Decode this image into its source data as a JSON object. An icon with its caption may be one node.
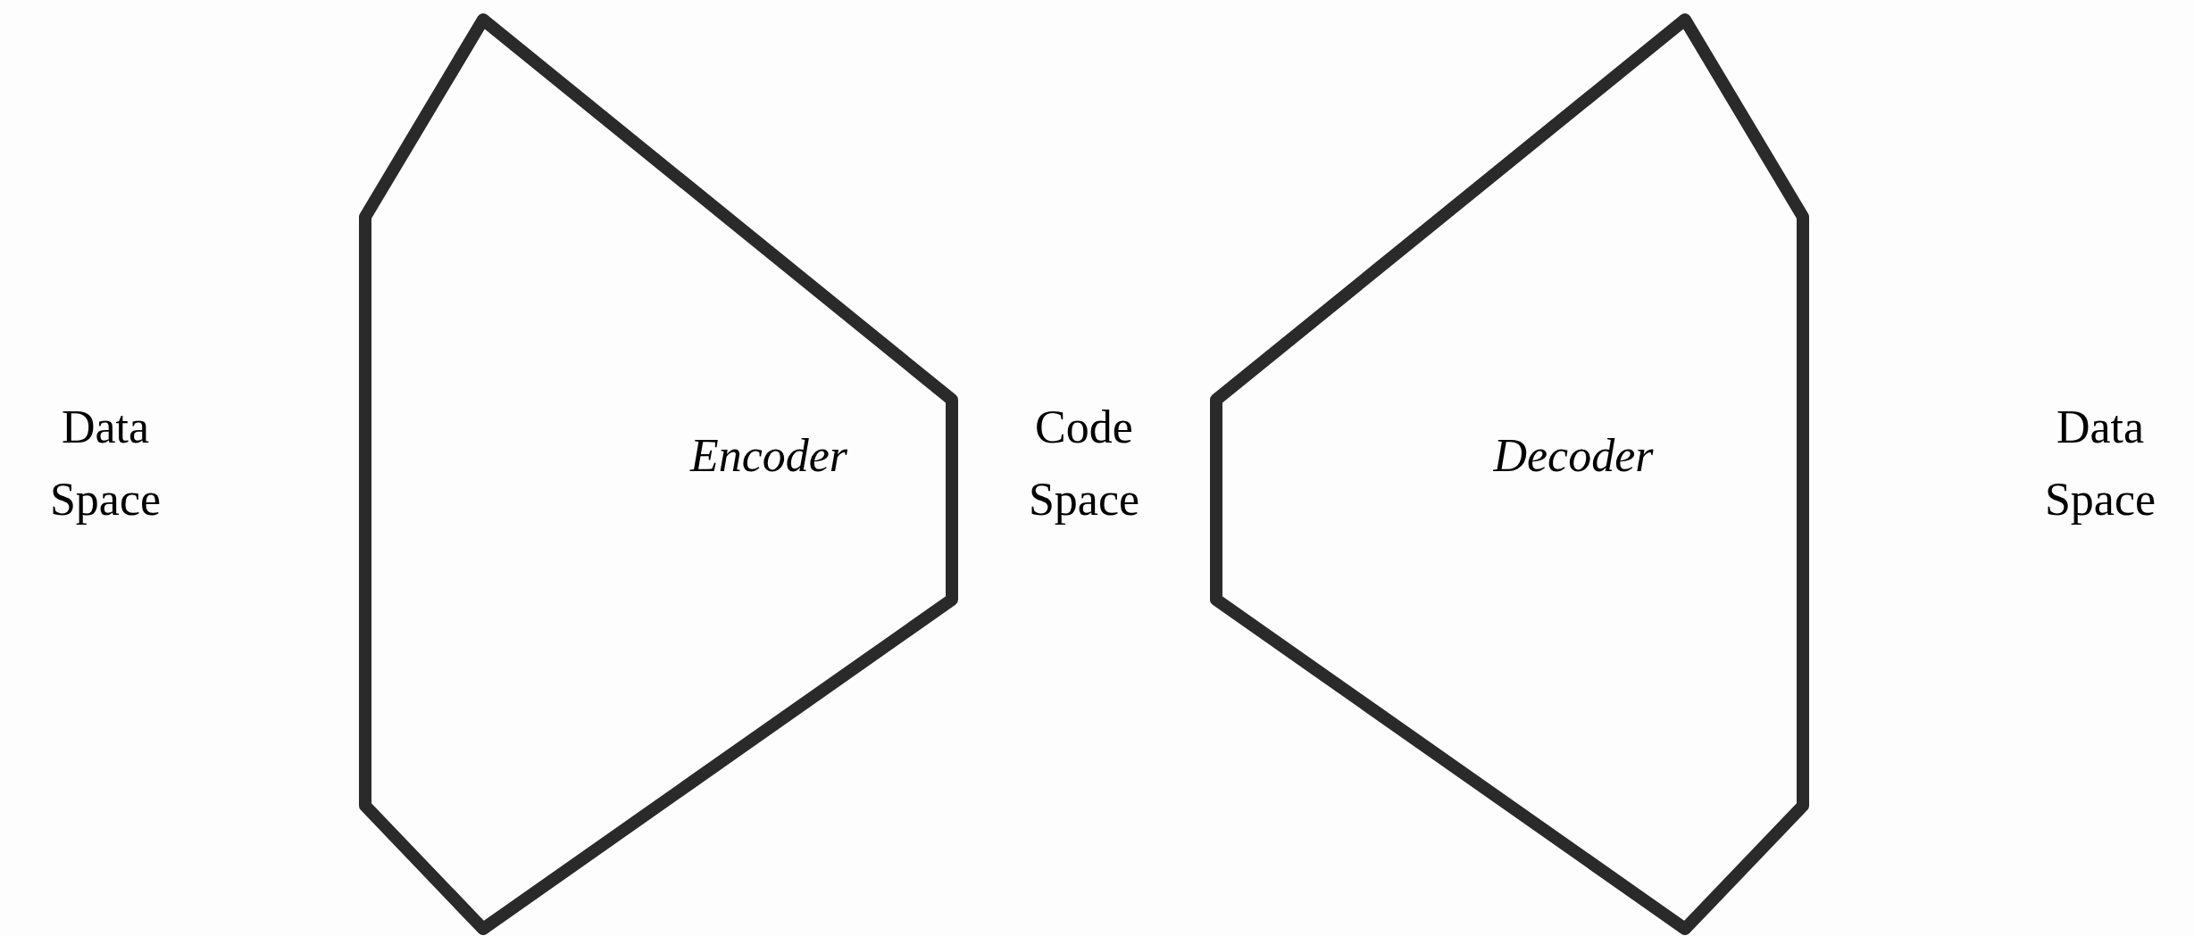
{
  "diagram": {
    "nodes": [
      {
        "text": [
          "Encoder"
        ]
      },
      {
        "text": [
          "Decoder"
        ]
      }
    ],
    "labels": [
      "Data Space",
      "Code Space",
      "Data Space"
    ]
  }
}
